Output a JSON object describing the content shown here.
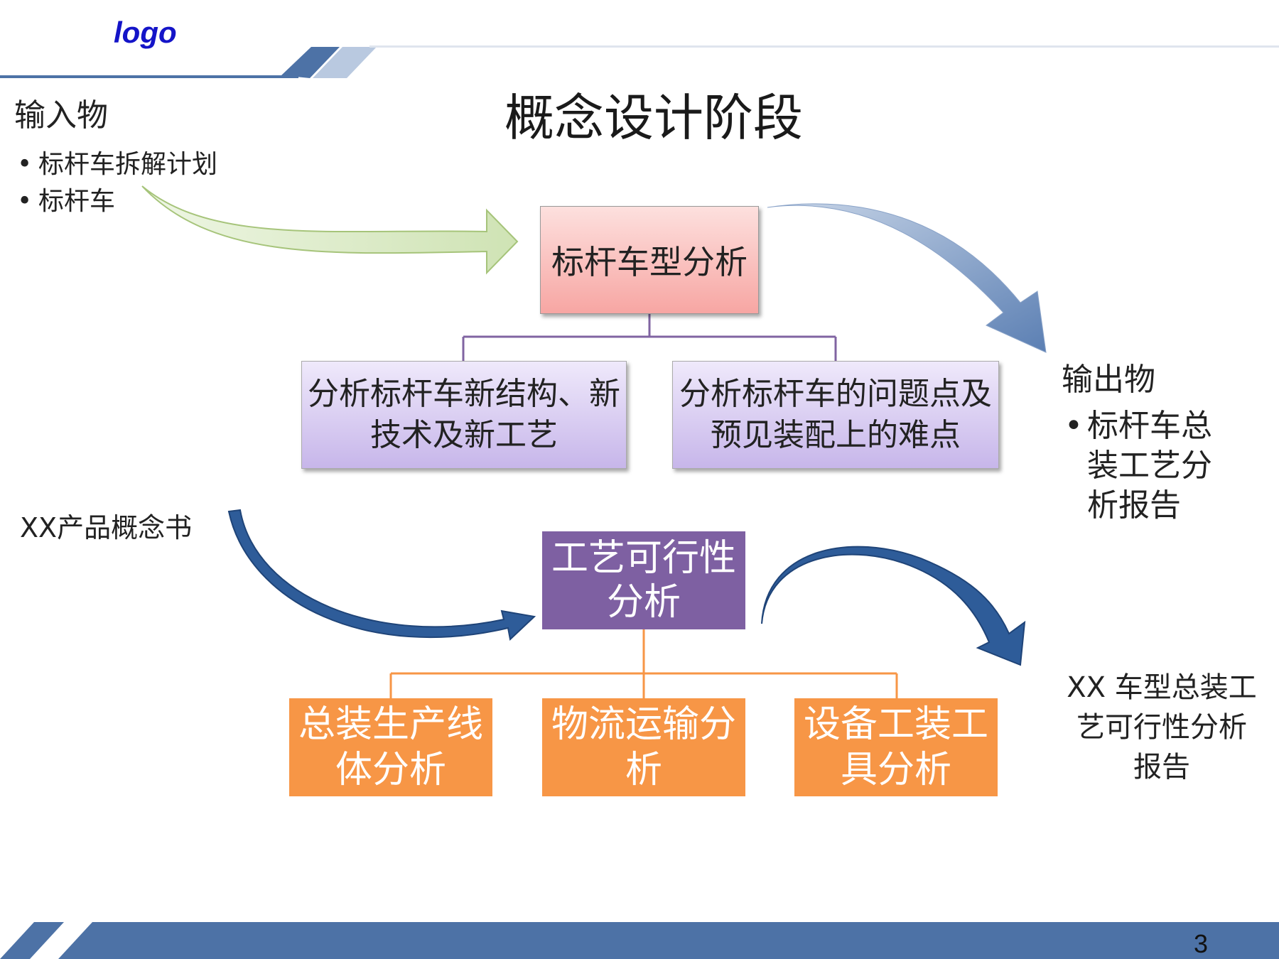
{
  "header": {
    "logo_text": "logo"
  },
  "slide": {
    "title": "概念设计阶段",
    "page_number": "3"
  },
  "inputs": {
    "heading": "输入物",
    "items": [
      "标杆车拆解计划",
      "标杆车"
    ]
  },
  "outputs": {
    "heading": "输出物",
    "items": [
      "标杆车总装工艺分析报告"
    ]
  },
  "upper_flow": {
    "main": "标杆车型分析",
    "children": [
      "分析标杆车新结构、新技术及新工艺",
      "分析标杆车的问题点及预见装配上的难点"
    ]
  },
  "lower_flow": {
    "input_label": "XX产品概念书",
    "main": "工艺可行性分析",
    "children": [
      "总装生产线体分析",
      "物流运输分析",
      "设备工装工具分析"
    ],
    "output_label": "XX 车型总装工艺可行性分析报告"
  },
  "colors": {
    "band_blue": "#4d72a6",
    "main_box_pink": "#f7a6a3",
    "child_box_lilac": "#c7b6ea",
    "purple_box": "#7e60a2",
    "orange_box": "#f79646",
    "connector_purple": "#8064a2",
    "connector_orange": "#f79646",
    "arrow_green": "#d8e8bf",
    "arrow_blue": "#2e5c99",
    "logo_blue": "#1414c8"
  }
}
